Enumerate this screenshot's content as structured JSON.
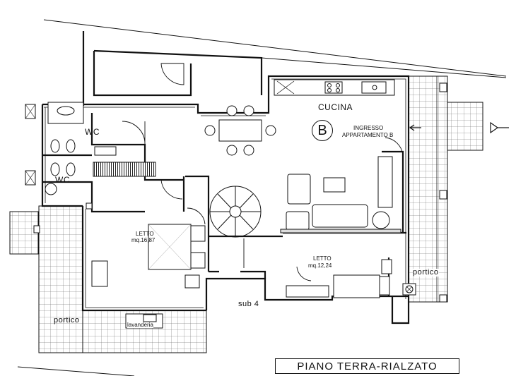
{
  "rooms": {
    "wc_upper": "WC",
    "wc_lower": "WC",
    "cucina": "CUCINA",
    "ingresso_line1": "INGRESSO",
    "ingresso_line2": "APPARTAMENTO B",
    "letto1_name": "LETTO",
    "letto1_area": "mq.16,87",
    "letto2_name": "LETTO",
    "letto2_area": "mq.12,24",
    "portico_left": "portico",
    "portico_right": "portico",
    "lavanderia": "lavanderia",
    "sub": "sub 4"
  },
  "unit_badge": "B",
  "floor_title": "PIANO TERRA-RIALZATO",
  "colors": {
    "ink": "#111111",
    "paper": "#ffffff",
    "hatch": "#555555"
  }
}
